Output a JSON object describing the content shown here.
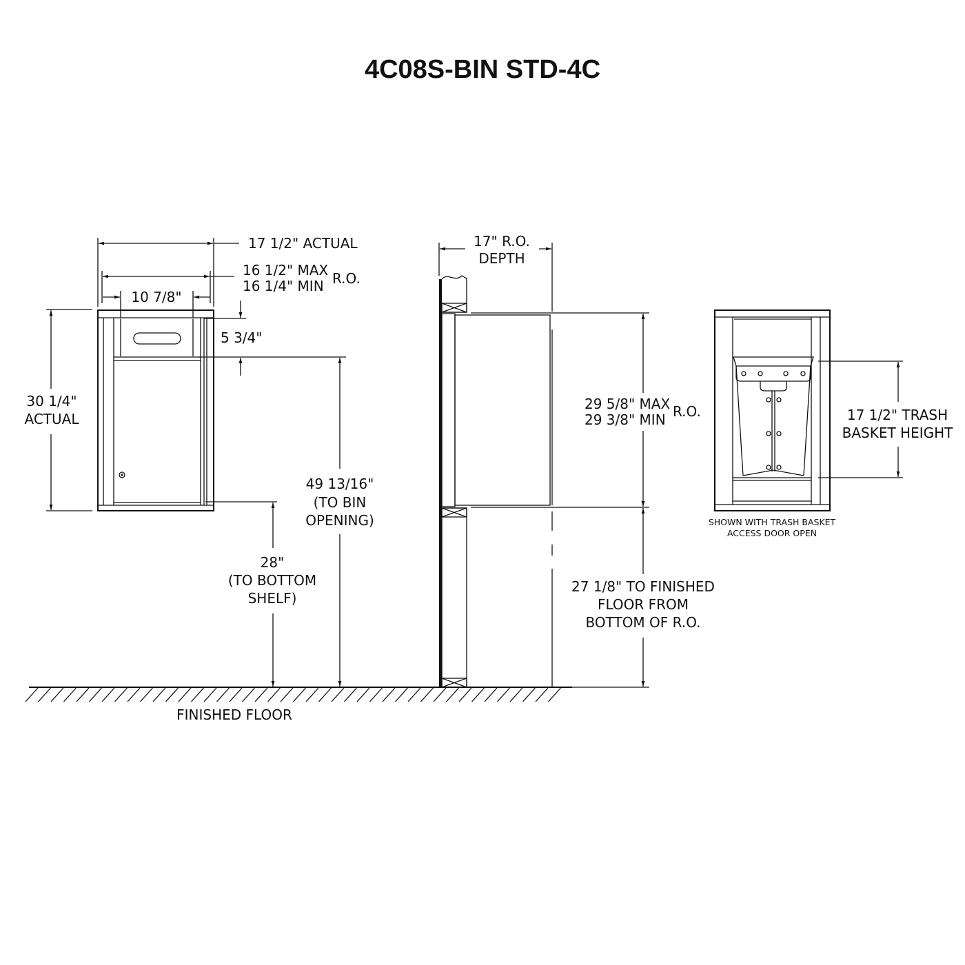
{
  "title": "4C08S-BIN STD-4C",
  "front_view": {
    "width_actual": "17 1/2\" ACTUAL",
    "ro_width_max": "16 1/2\" MAX",
    "ro_width_min": "16 1/4\" MIN",
    "ro_label": "R.O.",
    "opening_width": "10 7/8\"",
    "opening_height": "5 3/4\"",
    "height_actual_value": "30 1/4\"",
    "height_actual_label": "ACTUAL",
    "bin_opening_height": [
      "49 13/16\"",
      "(TO BIN",
      "OPENING)"
    ],
    "bottom_shelf_height": [
      "28\"",
      "(TO BOTTOM",
      "SHELF)"
    ],
    "floor_label": "FINISHED FLOOR"
  },
  "side_view": {
    "depth": [
      "17\"  R.O.",
      "DEPTH"
    ],
    "ro_height_max": "29 5/8\" MAX",
    "ro_height_min": "29 3/8\" MIN",
    "ro_label": "R.O.",
    "floor_distance": [
      "27 1/8\"  TO FINISHED",
      "FLOOR FROM",
      "BOTTOM OF R.O."
    ]
  },
  "open_view": {
    "basket_height": [
      "17 1/2\"  TRASH",
      "BASKET HEIGHT"
    ],
    "caption": [
      "SHOWN WITH TRASH BASKET",
      "ACCESS DOOR OPEN"
    ]
  }
}
